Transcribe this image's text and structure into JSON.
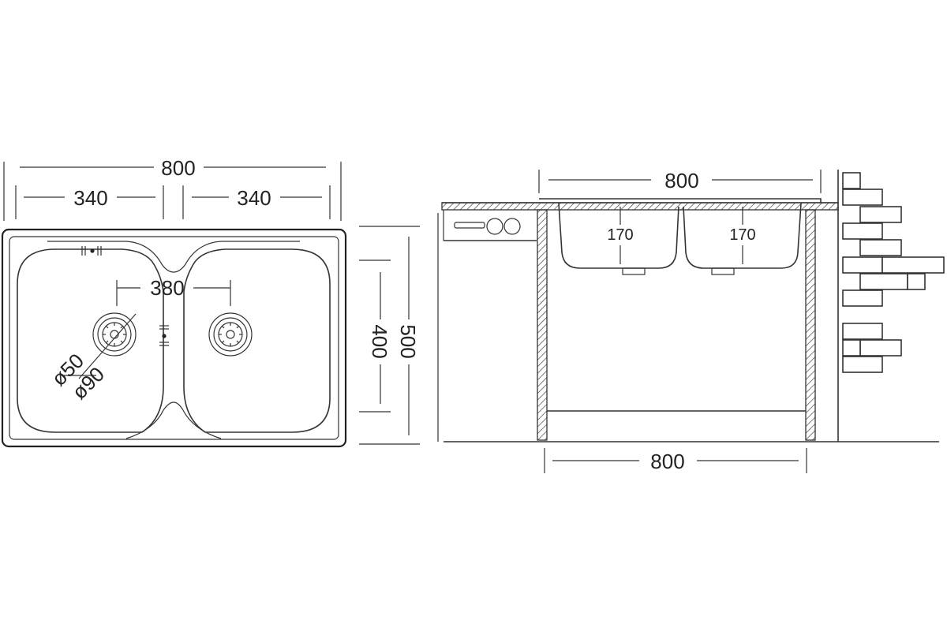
{
  "top_view": {
    "overall_width": "800",
    "left_bowl_width": "340",
    "right_bowl_width": "340",
    "drain_spacing": "380",
    "drain_diameter_inner": "ø50",
    "drain_diameter_outer": "ø90",
    "bowl_depth_length": "400",
    "overall_depth": "500"
  },
  "side_view": {
    "top_width": "800",
    "left_bowl_depth": "170",
    "right_bowl_depth": "170",
    "cabinet_width": "800"
  }
}
